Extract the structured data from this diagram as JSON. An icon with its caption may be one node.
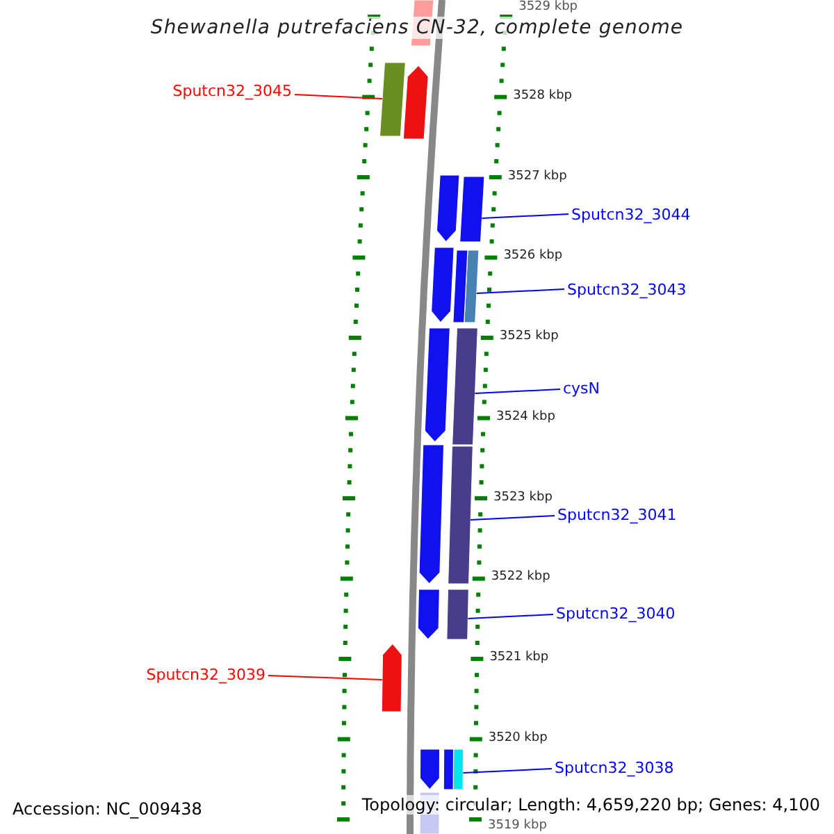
{
  "diagram": {
    "title": "Shewanella putrefaciens CN-32, complete genome",
    "nodes": [
      {
        "text": [
          "Sputcn32_3045"
        ]
      },
      {
        "text": [],
        "shape": "bar"
      },
      {
        "text": [
          "Sputcn32_3044"
        ]
      },
      {
        "text": [],
        "shape": "bar"
      },
      {
        "text": [
          "Sputcn32_3043"
        ]
      },
      {
        "text": [],
        "shape": "bar"
      },
      {
        "text": [
          "cysN"
        ]
      },
      {
        "text": [],
        "shape": "bar"
      },
      {
        "text": [
          "Sputcn32_3041"
        ]
      },
      {
        "text": [],
        "shape": "bar"
      },
      {
        "text": [
          "Sputcn32_3040"
        ]
      },
      {
        "text": [],
        "shape": "bar"
      },
      {
        "text": [
          "Sputcn32_3039"
        ]
      },
      {
        "text": [],
        "shape": "arrow"
      },
      {
        "text": [
          "Sputcn32_3038"
        ]
      },
      {
        "text": [],
        "shape": "bar"
      },
      {
        "text": [],
        "shape": "bar"
      },
      {
        "text": [],
        "shape": "arrow"
      },
      {
        "text": [],
        "shape": "arrow"
      },
      {
        "text": [],
        "shape": "arrow"
      },
      {
        "text": [],
        "shape": "bar"
      },
      {
        "text": [],
        "shape": "arrow"
      },
      {
        "text": [],
        "shape": "arrow"
      },
      {
        "text": [],
        "shape": "arrow"
      },
      {
        "text": [],
        "shape": "arrow"
      },
      {
        "text": [],
        "shape": "bar"
      },
      {
        "text": [],
        "shape": "bar"
      }
    ],
    "edges": [
      {
        "from": 0,
        "to": 1,
        "arrow": "none",
        "color": "#ff0000"
      },
      {
        "from": 2,
        "to": 3,
        "arrow": "none"
      },
      {
        "from": 4,
        "to": 5,
        "arrow": "none"
      },
      {
        "from": 6,
        "to": 7,
        "arrow": "none"
      },
      {
        "from": 8,
        "to": 9,
        "arrow": "none"
      },
      {
        "from": 10,
        "to": 11,
        "arrow": "none"
      },
      {
        "from": 12,
        "to": 13,
        "arrow": "none",
        "color": "#ff0000"
      },
      {
        "from": 14,
        "to": 15,
        "arrow": "none"
      }
    ],
    "labels": [
      "3529 kbp",
      "3528 kbp",
      "3527 kbp",
      "3526 kbp",
      "3525 kbp",
      "3524 kbp",
      "3523 kbp",
      "3522 kbp",
      "3521 kbp",
      "3520 kbp",
      "3519 kbp",
      "Accession: NC_009438",
      "Topology: circular; Length: 4,659,220 bp; Genes: 4,100"
    ]
  }
}
